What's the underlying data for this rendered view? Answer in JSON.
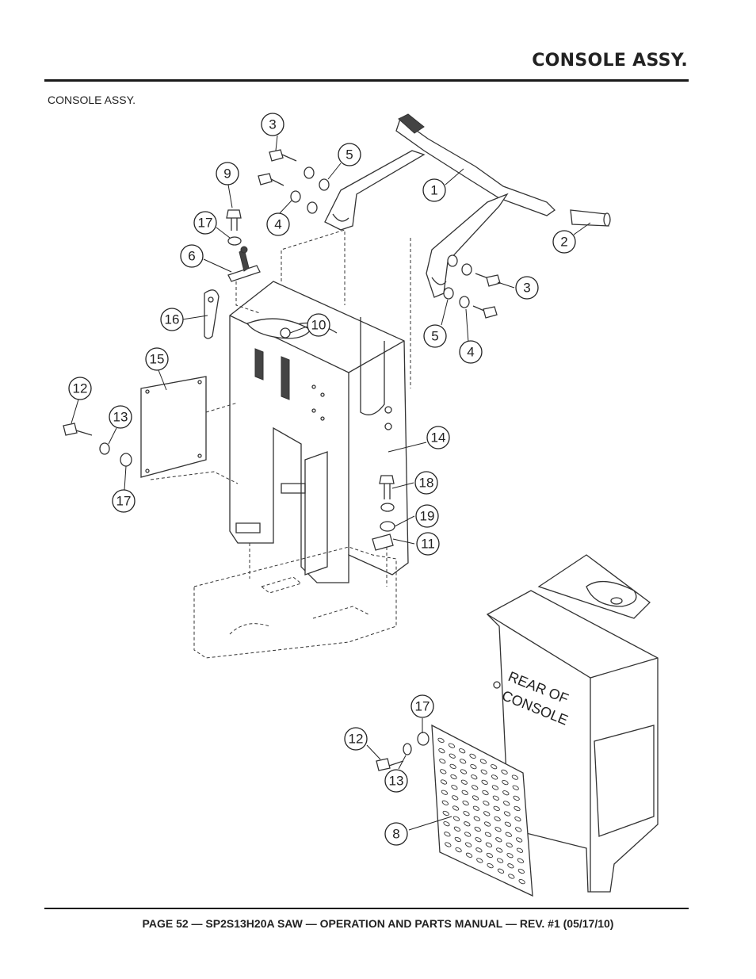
{
  "header": {
    "title": "CONSOLE ASSY."
  },
  "subtitle": "CONSOLE ASSY.",
  "footer": "PAGE 52 — SP2S13H20A SAW — OPERATION AND PARTS MANUAL — REV. #1 (05/17/10)",
  "diagram": {
    "rear_label_line1": "REAR OF",
    "rear_label_line2": "CONSOLE",
    "callouts": [
      "1",
      "2",
      "3",
      "3",
      "4",
      "4",
      "5",
      "5",
      "6",
      "8",
      "9",
      "10",
      "11",
      "12",
      "12",
      "13",
      "13",
      "14",
      "15",
      "16",
      "17",
      "17",
      "17",
      "18",
      "19"
    ]
  }
}
